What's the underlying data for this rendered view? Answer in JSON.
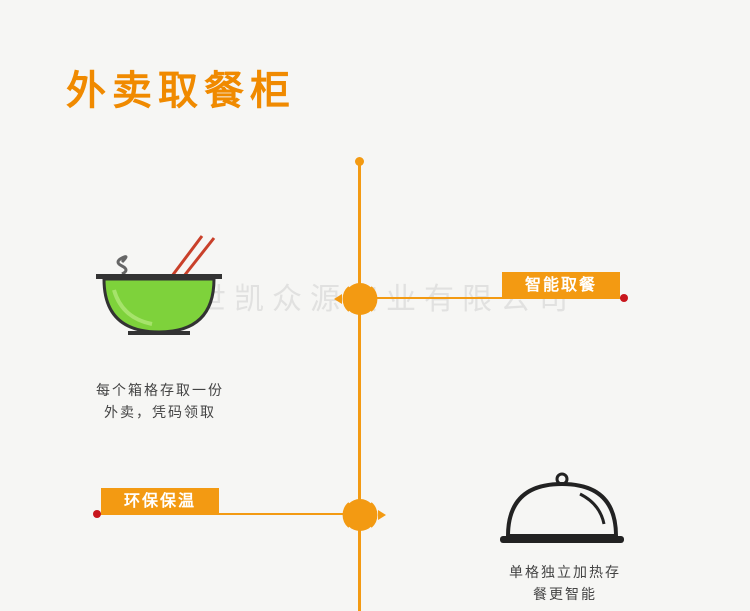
{
  "page": {
    "title": "外卖取餐柜",
    "watermark": "西安世凯众源实业有限公司"
  },
  "features": [
    {
      "label": "智能取餐",
      "caption_lines": [
        "每个箱格存取一份",
        "外卖，凭码领取"
      ],
      "icon": "food-bowl-icon"
    },
    {
      "label": "环保保温",
      "caption_lines": [
        "单格独立加热存",
        "餐更智能"
      ],
      "icon": "food-cloche-icon"
    }
  ],
  "colors": {
    "accent": "#f39a12",
    "title": "#f08a00",
    "end_dot": "#c8161d",
    "bowl": "#7ed23b"
  }
}
